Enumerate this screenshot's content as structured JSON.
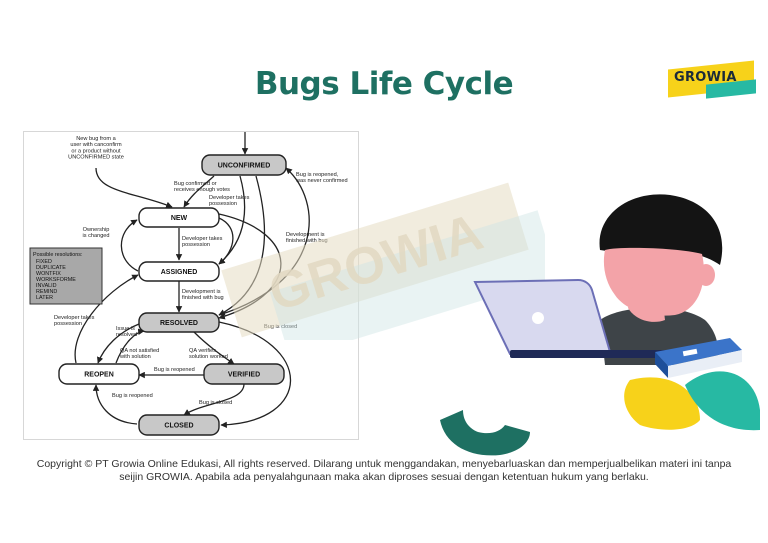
{
  "title": "Bugs Life Cycle",
  "logo": {
    "text": "GROWIA"
  },
  "watermark": {
    "text": "GROWIA"
  },
  "diagram": {
    "states": {
      "unconfirmed": "UNCONFIRMED",
      "new": "NEW",
      "assigned": "ASSIGNED",
      "resolved": "RESOLVED",
      "reopen": "REOPEN",
      "verified": "VERIFIED",
      "closed": "CLOSED"
    },
    "notes": {
      "new_bug": [
        "New bug from a",
        "user with canconfirm",
        "or a product without",
        "UNCONFIRMED state"
      ],
      "bug_confirmed": [
        "Bug confirmed or",
        "receives enough votes"
      ],
      "reopened_never_confirmed": [
        "Bug is reopened,",
        "was never confirmed"
      ],
      "dev_takes_1": [
        "Developer takes",
        "possession"
      ],
      "ownership_changed": [
        "Ownership",
        "is changed"
      ],
      "dev_takes_2": [
        "Developer takes",
        "possession"
      ],
      "dev_finished_1": [
        "Development is",
        "finished with bug"
      ],
      "dev_finished_2": [
        "Development is",
        "finished with bug"
      ],
      "dev_takes_3": [
        "Developer takes",
        "possession"
      ],
      "issue_resolved": [
        "Issue is",
        "resolved"
      ],
      "bug_closed_1": [
        "Bug is closed"
      ],
      "qa_not_satisfied": [
        "QA not satisfied",
        "with solution"
      ],
      "qa_verifies": [
        "QA verifies",
        "solution worked"
      ],
      "bug_reopened_1": [
        "Bug is reopened"
      ],
      "bug_reopened_2": [
        "Bug is reopened"
      ],
      "bug_closed_2": [
        "Bug is closed"
      ]
    },
    "resolutions": {
      "heading": "Possible resolutions:",
      "items": [
        "FIXED",
        "DUPLICATE",
        "WONTFIX",
        "WORKSFORME",
        "INVALID",
        "REMIND",
        "LATER"
      ]
    }
  },
  "copyright": {
    "line1": "Copyright © PT Growia Online Edukasi, All rights reserved. Dilarang untuk menggandakan, menyebarluaskan dan memperjualbelikan materi ini tanpa",
    "line2": "seijin GROWIA. Apabila ada penyalahgunaan maka akan diproses sesuai dengan ketentuan hukum yang berlaku."
  },
  "colors": {
    "title": "#1e7062",
    "logo_yellow": "#f7d21a",
    "logo_teal": "#27b9a3",
    "state_grey": "#c8c8c8",
    "state_white": "#ffffff"
  }
}
